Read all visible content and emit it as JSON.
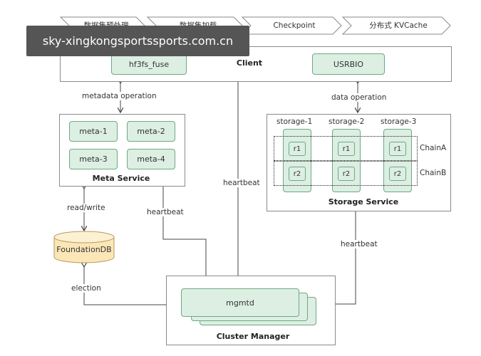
{
  "watermark": "sky-xingkongsportssports.com.cn",
  "pipeline": [
    "数据集预处理",
    "数据集加载",
    "Checkpoint",
    "分布式 KVCache"
  ],
  "client": {
    "title": "Client",
    "left_module": "hf3fs_fuse",
    "right_module": "USRBIO"
  },
  "meta": {
    "title": "Meta Service",
    "nodes": [
      "meta-1",
      "meta-2",
      "meta-3",
      "meta-4"
    ]
  },
  "storage": {
    "title": "Storage Service",
    "nodes": [
      "storage-1",
      "storage-2",
      "storage-3"
    ],
    "replica_a": "r1",
    "replica_b": "r2",
    "chains": [
      "ChainA",
      "ChainB"
    ]
  },
  "foundationdb": "FoundationDB",
  "cluster": {
    "title": "Cluster Manager",
    "node": "mgmtd"
  },
  "labels": {
    "metadata_op": "metadata operation",
    "data_op": "data operation",
    "heartbeat": "heartbeat",
    "read_write": "read/write",
    "election": "election"
  }
}
